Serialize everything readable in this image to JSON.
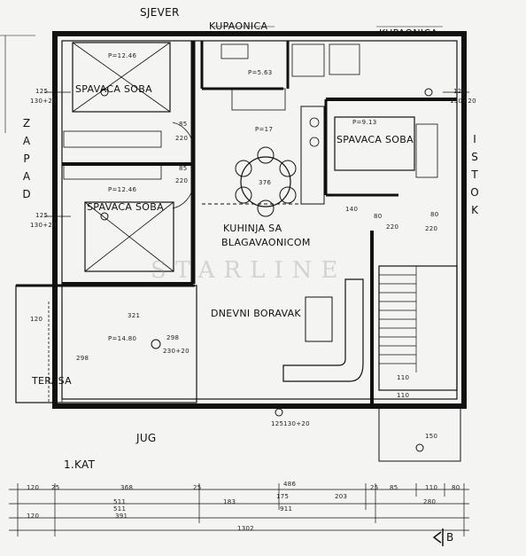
{
  "compass": {
    "north": "SJEVER",
    "south": "JUG",
    "west": "ZAPAD",
    "east": "ISTOK"
  },
  "floor_label": "1.KAT",
  "rooms": {
    "bedroom_1": "SPAVACA SOBA",
    "bedroom_2": "SPAVACA SOBA",
    "bedroom_3": "SPAVACA SOBA",
    "bathroom_1": "KUPAONICA",
    "bathroom_2": "KUPAONICA",
    "kitchen_line1": "KUHINJA SA",
    "kitchen_line2": "BLAGAVAONICOM",
    "living": "DNEVNI BORAVAK",
    "terrace": "TERASA"
  },
  "room_tags": {
    "bedroom_1": "P=12.46",
    "bedroom_2": "P=12.46",
    "bedroom_3": "P=9.13",
    "terrace": "P=14.80",
    "kitchen": "P=17",
    "bath_1": "P=5.63"
  },
  "window_sizes": {
    "w_west_1": "125",
    "w_west_1b": "130+20",
    "w_west_2": "125",
    "w_west_2b": "130+20",
    "w_east": "125",
    "w_east_b": "130+20",
    "w_south": "298",
    "w_south_b": "230+20",
    "w_door": "125",
    "w_door_b": "130+20",
    "w_stairs": "150"
  },
  "door_sizes": {
    "d1": "85",
    "d1b": "220",
    "d2": "85",
    "d2b": "220",
    "d3": "80",
    "d3b": "220",
    "d4": "80",
    "d4b": "220",
    "table_dim": "376",
    "terrace_w": "321",
    "terrace_h": "298",
    "stair_a": "110",
    "stair_b": "110",
    "stair_c": "140",
    "stair_d": "120"
  },
  "bottom_dims": {
    "row1": [
      "120",
      "25",
      "368",
      "25",
      "486",
      "25",
      "85",
      "110",
      "80"
    ],
    "row2": [
      "511",
      "183",
      "175",
      "203",
      "280"
    ],
    "row3": [
      "511",
      "911"
    ],
    "row4": [
      "120",
      "391",
      "1302"
    ]
  },
  "watermark": "STARLINE",
  "section_mark": "B"
}
